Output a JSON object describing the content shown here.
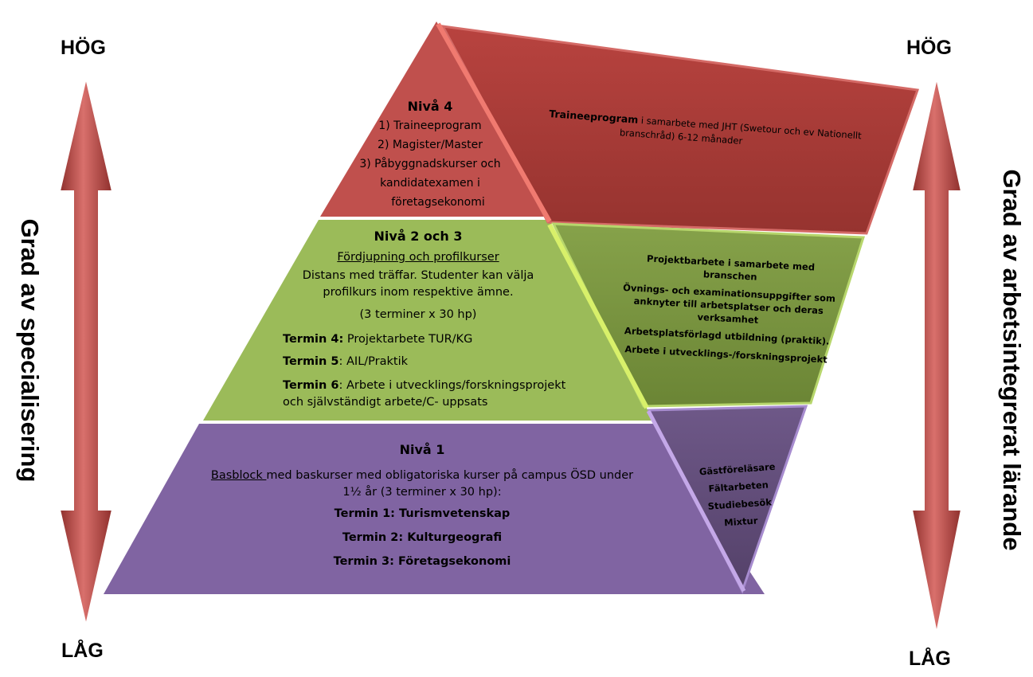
{
  "left_axis": {
    "top_label": "HÖG",
    "bottom_label": "LÅG",
    "title": "Grad av specialisering"
  },
  "right_axis": {
    "top_label": "HÖG",
    "bottom_label": "LÅG",
    "title": "Grad av arbetsintegrerat lärande"
  },
  "level4": {
    "title": "Nivå 4",
    "items": [
      "1) Traineeprogram",
      "2) Magister/Master",
      "3) Påbyggnadskurser och",
      "kandidatexamen i",
      "företagsekonomi"
    ]
  },
  "level23": {
    "title": "Nivå 2 och 3",
    "subtitle": "Fördjupning och profilkurser",
    "desc": [
      "Distans med träffar. Studenter kan välja",
      "profilkurs inom respektive ämne."
    ],
    "credits": "(3 terminer x 30 hp)",
    "terms": [
      {
        "label": "Termin  4:",
        "text": " Projektarbete TUR/KG"
      },
      {
        "label": "Termin 5",
        "text": ": AIL/Praktik"
      },
      {
        "label": "Termin 6",
        "text": ": Arbete i utvecklings/forskningsprojekt"
      }
    ],
    "term6_cont": "och självständigt arbete/C- uppsats"
  },
  "level1": {
    "title": "Nivå 1",
    "desc_underlined": "Basblock ",
    "desc_rest": "med baskurser med obligatoriska kurser på campus ÖSD under",
    "desc_line2": "1½ år (3 terminer x 30 hp):",
    "terms": [
      {
        "label": "Termin 1",
        "text": ": Turismvetenskap"
      },
      {
        "label": "Termin 2",
        "text": ": Kulturgeografi"
      },
      {
        "label": "Termin 3",
        "text": ": Företagsekonomi"
      }
    ]
  },
  "ail_top": {
    "bold": "Traineeprogram",
    "text": "  i samarbete med JHT (Swetour och ev Nationellt",
    "line2": "branschråd) 6-12 månader"
  },
  "ail_mid": {
    "lines": [
      "Projektbarbete i samarbete med",
      "branschen",
      "Övnings- och examinationsuppgifter som",
      "anknyter till arbetsplatser och deras",
      "verksamhet",
      "Arbetsplatsförlagd utbildning (praktik).",
      "Arbete i utvecklings-/forskningsprojekt"
    ]
  },
  "ail_bottom": {
    "items": [
      "Gästföreläsare",
      "Fältarbeten",
      "Studiebesök",
      "Mixtur"
    ]
  },
  "colors": {
    "level4": "#c0504d",
    "level23": "#9bbb59",
    "level1": "#8064a2",
    "ail_top": "#a13f3b",
    "ail_mid": "#77913e",
    "ail_bottom": "#5f4b7a",
    "arrow": "#c0504d"
  }
}
